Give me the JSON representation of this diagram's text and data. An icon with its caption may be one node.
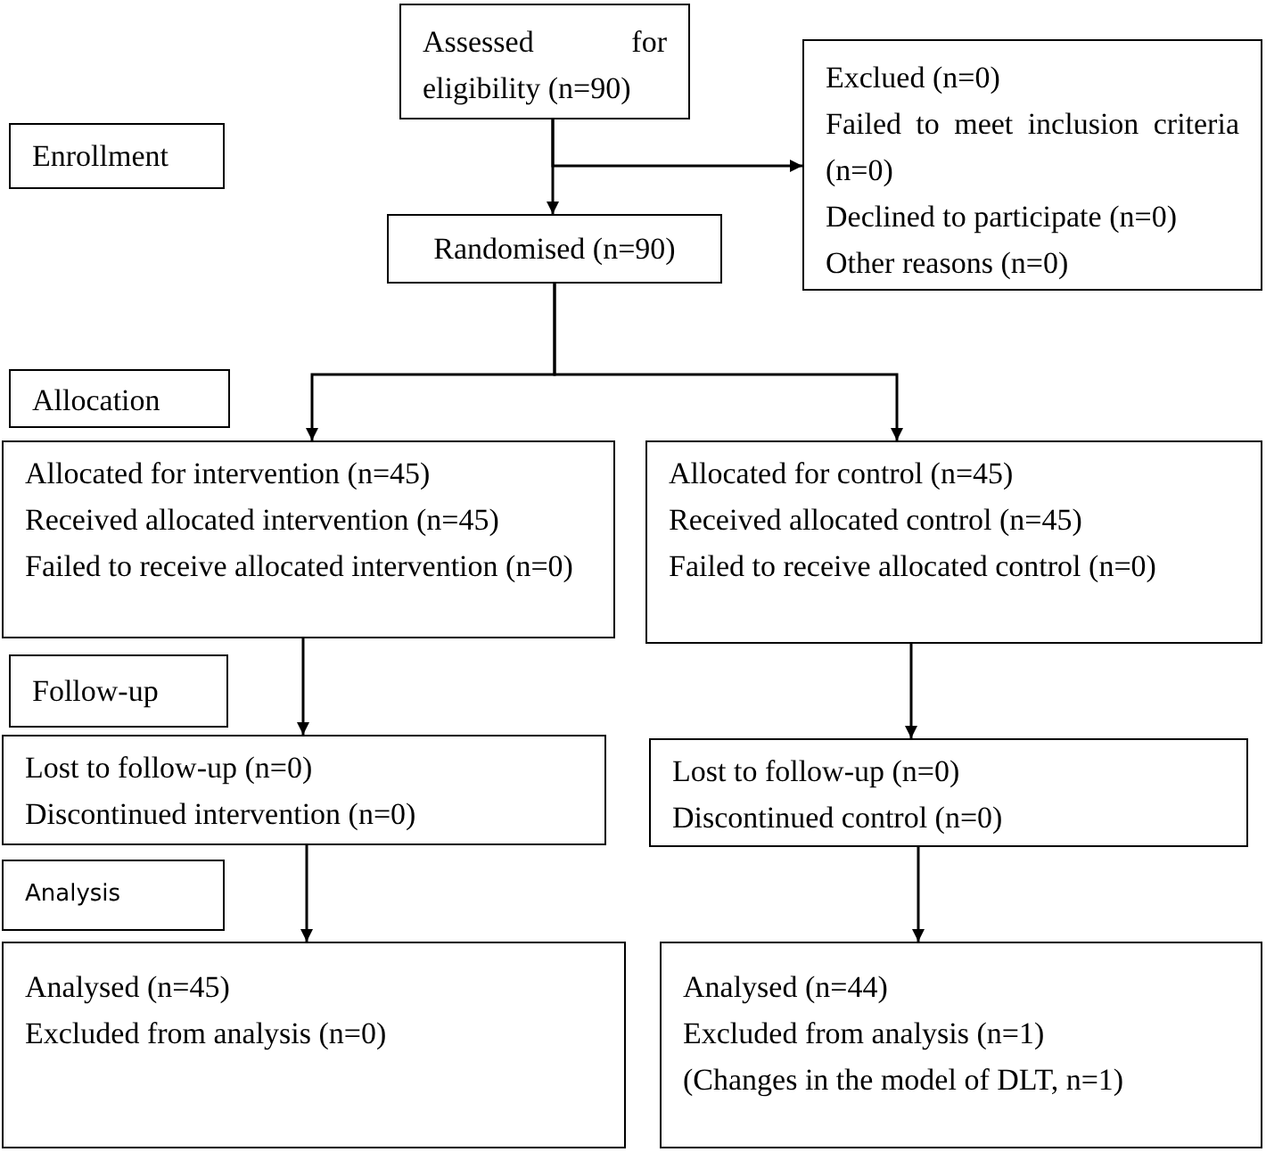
{
  "diagram": {
    "nodes": [
      {
        "text": [
          "Assessed for eligibility (n=90)"
        ]
      },
      {
        "text": [
          "Exclued (n=0)",
          "Failed to meet inclusion criteria (n=0)",
          "Declined to participate (n=0)",
          "Other reasons (n=0)"
        ]
      },
      {
        "text": [
          "Enrollment"
        ]
      },
      {
        "text": [
          "Randomised (n=90)"
        ]
      },
      {
        "text": [
          "Allocation"
        ]
      },
      {
        "text": [
          "Allocated for intervention (n=45)",
          "Received allocated intervention (n=45)",
          "Failed to receive allocated intervention (n=0)"
        ]
      },
      {
        "text": [
          "Allocated for control (n=45)",
          "Received allocated control (n=45)",
          "Failed to receive allocated control (n=0)"
        ]
      },
      {
        "text": [
          "Follow-up"
        ]
      },
      {
        "text": [
          "Lost to follow-up (n=0)",
          "Discontinued intervention (n=0)"
        ]
      },
      {
        "text": [
          "Lost to follow-up (n=0)",
          "Discontinued control (n=0)"
        ]
      },
      {
        "text": [
          "Analysis"
        ]
      },
      {
        "text": [
          "Analysed (n=45)",
          "Excluded from analysis (n=0)"
        ]
      },
      {
        "text": [
          "Analysed (n=44)",
          "Excluded from analysis (n=1)",
          "(Changes in the model of DLT, n=1)"
        ]
      }
    ],
    "edges": [
      {
        "from": 0,
        "to": 3,
        "arrow": "to"
      },
      {
        "from": 0,
        "to": 1,
        "arrow": "to"
      },
      {
        "from": 3,
        "to": 5,
        "arrow": "to"
      },
      {
        "from": 3,
        "to": 6,
        "arrow": "to"
      },
      {
        "from": 5,
        "to": 8,
        "arrow": "to"
      },
      {
        "from": 6,
        "to": 9,
        "arrow": "to"
      },
      {
        "from": 8,
        "to": 11,
        "arrow": "to"
      },
      {
        "from": 9,
        "to": 12,
        "arrow": "to"
      }
    ]
  }
}
